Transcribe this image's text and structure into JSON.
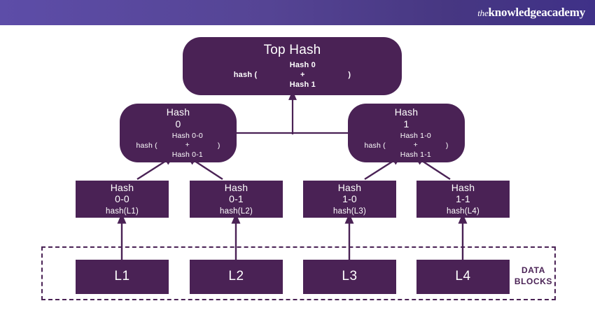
{
  "header": {
    "logo": {
      "prefix": "the",
      "word1": "knowledge",
      "word2": "academy"
    },
    "gradient_start": "#5d4da8",
    "gradient_end": "#3f3188"
  },
  "theme": {
    "node_fill": "#4a2255",
    "node_text": "#ffffff",
    "connector": "#4a2255",
    "background": "#ffffff"
  },
  "diagram": {
    "type": "merkle-tree",
    "root": {
      "title": "Top Hash",
      "formula": {
        "fn": "hash (",
        "operand_a": "Hash 0",
        "operator": "+",
        "operand_b": "Hash 1",
        "close": ")"
      }
    },
    "level1": [
      {
        "title": "Hash",
        "index": "0",
        "formula": {
          "fn": "hash (",
          "operand_a": "Hash 0-0",
          "operator": "+",
          "operand_b": "Hash 0-1",
          "close": ")"
        }
      },
      {
        "title": "Hash",
        "index": "1",
        "formula": {
          "fn": "hash (",
          "operand_a": "Hash 1-0",
          "operator": "+",
          "operand_b": "Hash 1-1",
          "close": ")"
        }
      }
    ],
    "level2": [
      {
        "title": "Hash",
        "index": "0-0",
        "formula": "hash(L1)"
      },
      {
        "title": "Hash",
        "index": "0-1",
        "formula": "hash(L2)"
      },
      {
        "title": "Hash",
        "index": "1-0",
        "formula": "hash(L3)"
      },
      {
        "title": "Hash",
        "index": "1-1",
        "formula": "hash(L4)"
      }
    ],
    "data_blocks": {
      "label_line1": "DATA",
      "label_line2": "BLOCKS",
      "blocks": [
        {
          "label": "L1"
        },
        {
          "label": "L2"
        },
        {
          "label": "L3"
        },
        {
          "label": "L4"
        }
      ]
    }
  }
}
